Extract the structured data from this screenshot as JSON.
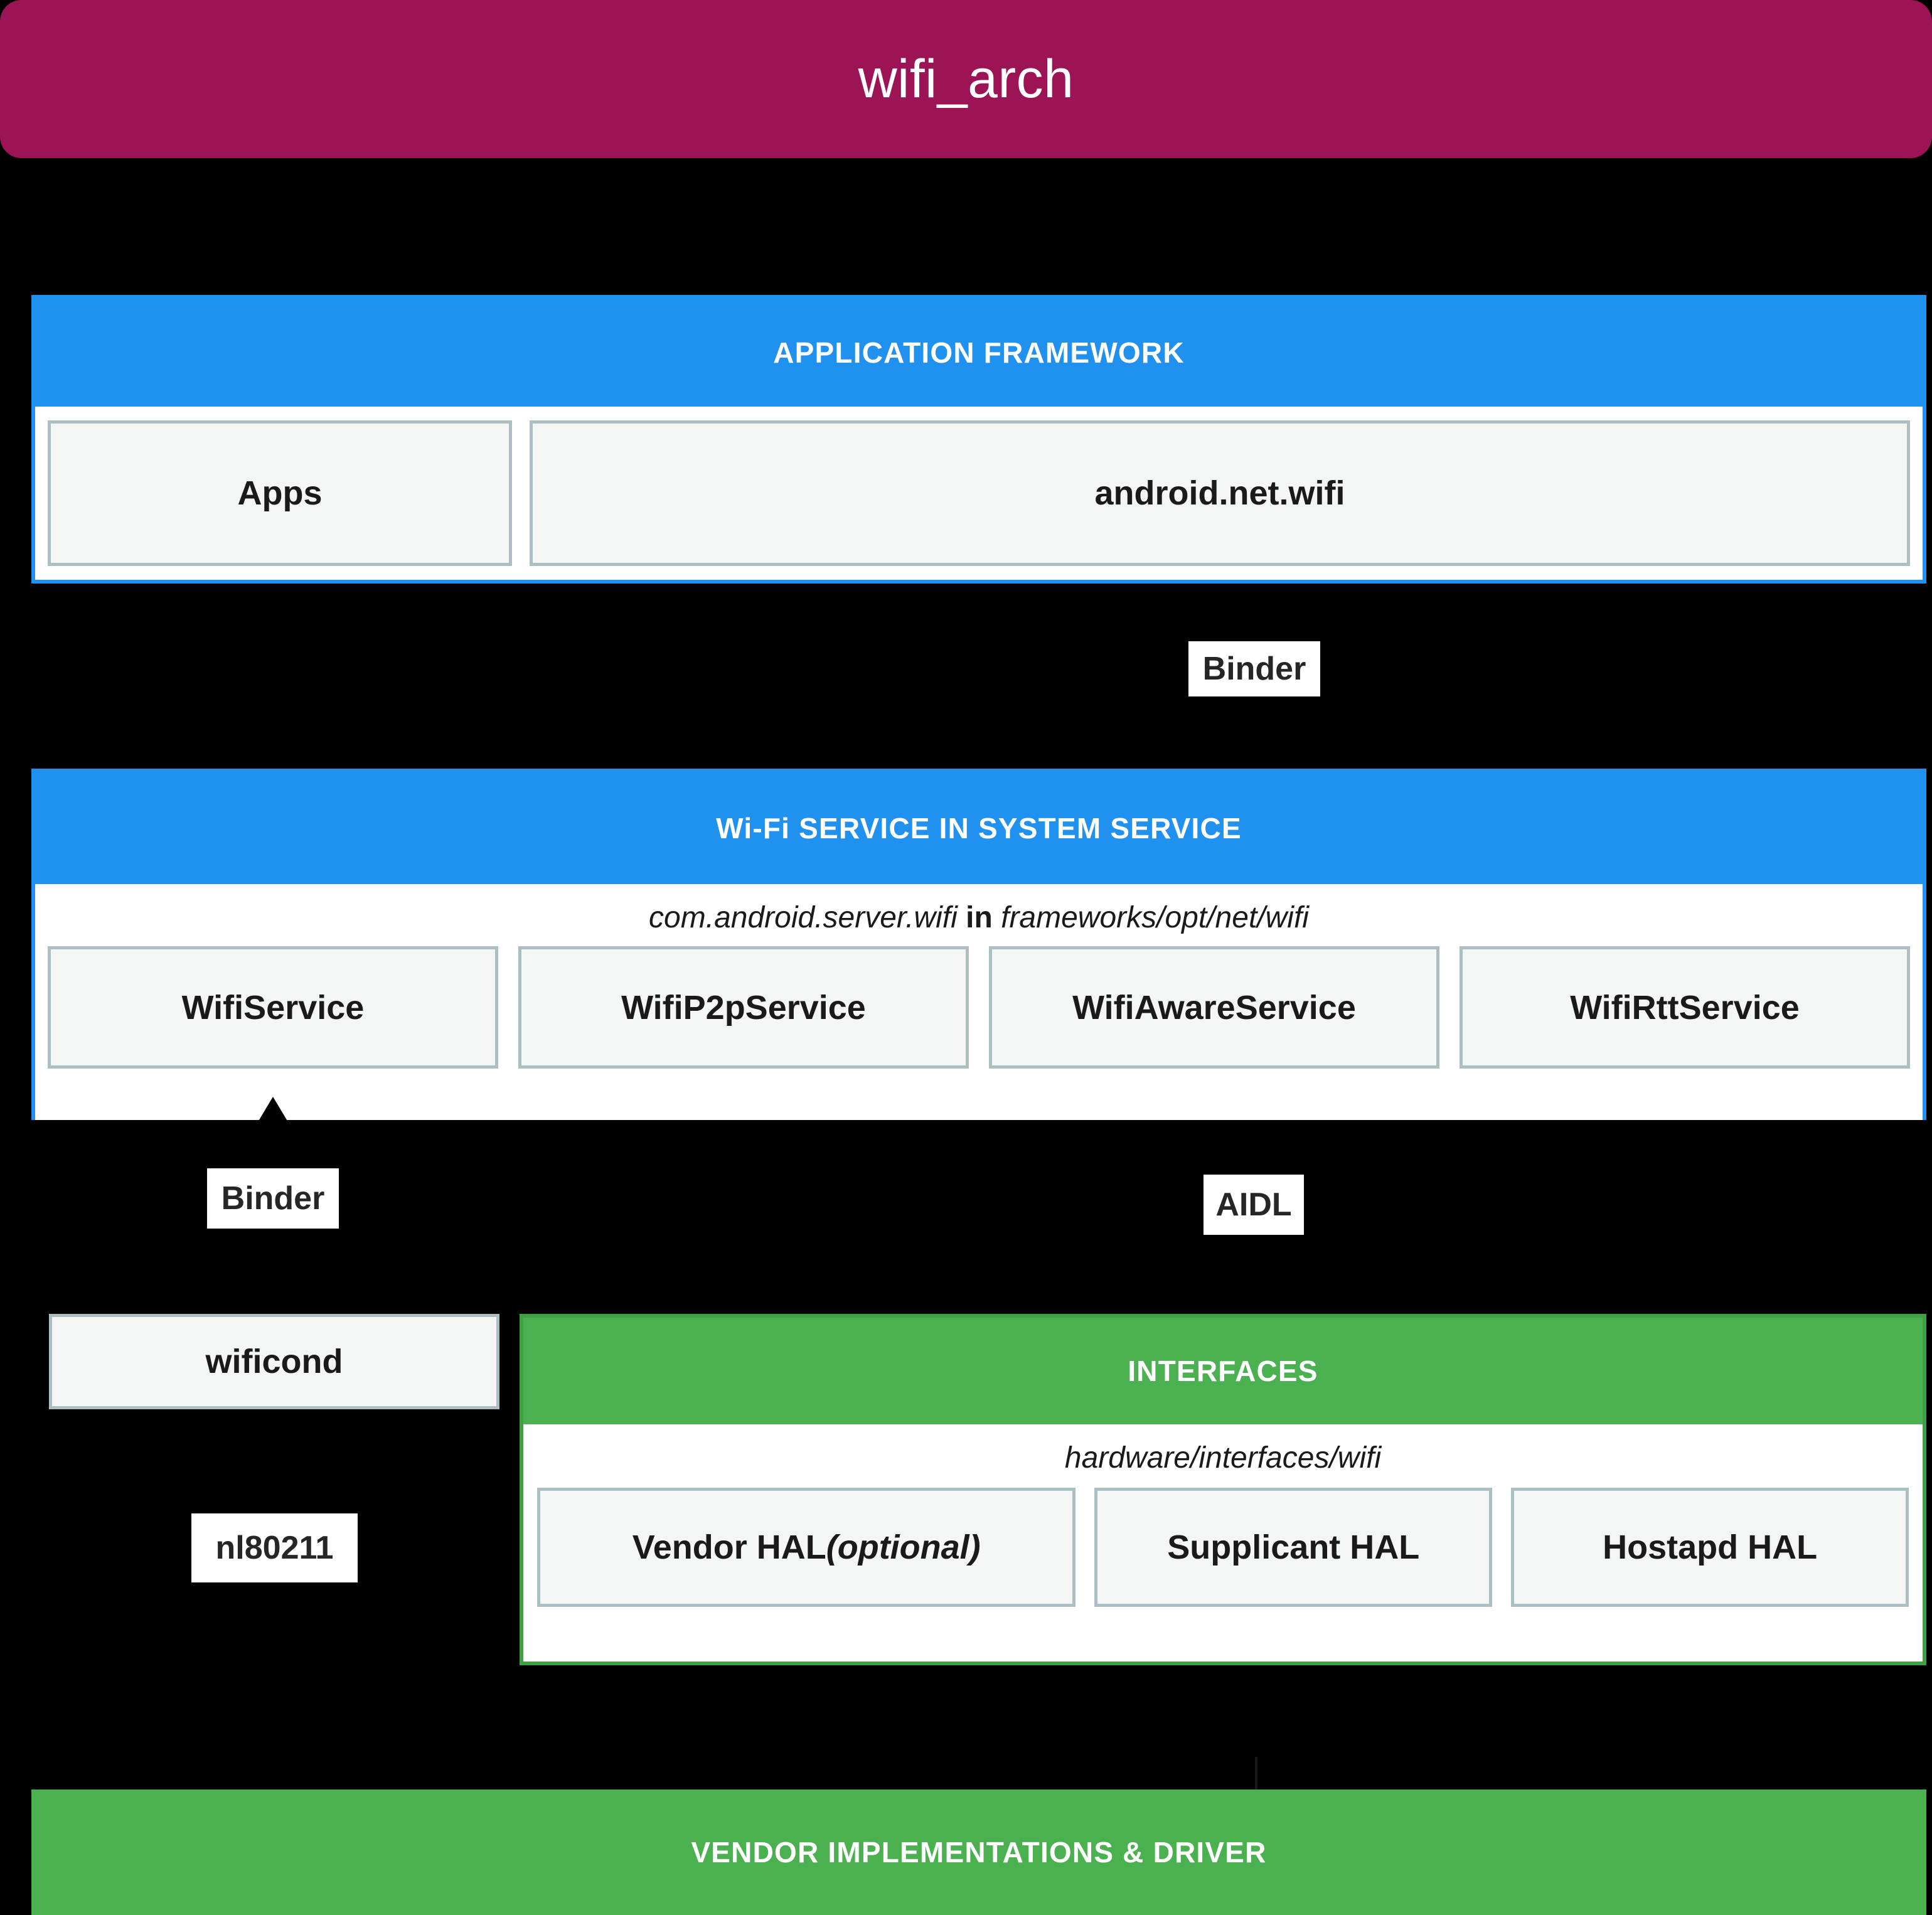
{
  "title": "wifi_arch",
  "colors": {
    "title_bar": "#9c1455",
    "framework_accent": "#2191f0",
    "interfaces_accent": "#4bb050",
    "node_fill": "#f4f5f5",
    "node_border": "#abbec1",
    "canvas": "#000000"
  },
  "app_framework": {
    "header": "APPLICATION FRAMEWORK",
    "nodes": [
      {
        "label": "Apps"
      },
      {
        "label": "android.net.wifi"
      }
    ]
  },
  "wifi_service": {
    "header": "Wi-Fi SERVICE IN SYSTEM SERVICE",
    "path_package": "com.android.server.wifi",
    "path_keyword": "in",
    "path_location": "frameworks/opt/net/wifi",
    "nodes": [
      {
        "label": "WifiService"
      },
      {
        "label": "WifiP2pService"
      },
      {
        "label": "WifiAwareService"
      },
      {
        "label": "WifiRttService"
      }
    ]
  },
  "edge_labels": {
    "binder_top": "Binder",
    "binder_bottom": "Binder",
    "aidl": "AIDL",
    "nl80211": "nl80211"
  },
  "wificond": {
    "label": "wificond"
  },
  "interfaces": {
    "header": "INTERFACES",
    "path": "hardware/interfaces/wifi",
    "nodes": [
      {
        "label": "Vendor HAL ",
        "italic_suffix": "(optional)"
      },
      {
        "label": "Supplicant HAL",
        "italic_suffix": ""
      },
      {
        "label": "Hostapd HAL",
        "italic_suffix": ""
      }
    ]
  },
  "vendor_bar": {
    "header": "VENDOR IMPLEMENTATIONS & DRIVER"
  }
}
